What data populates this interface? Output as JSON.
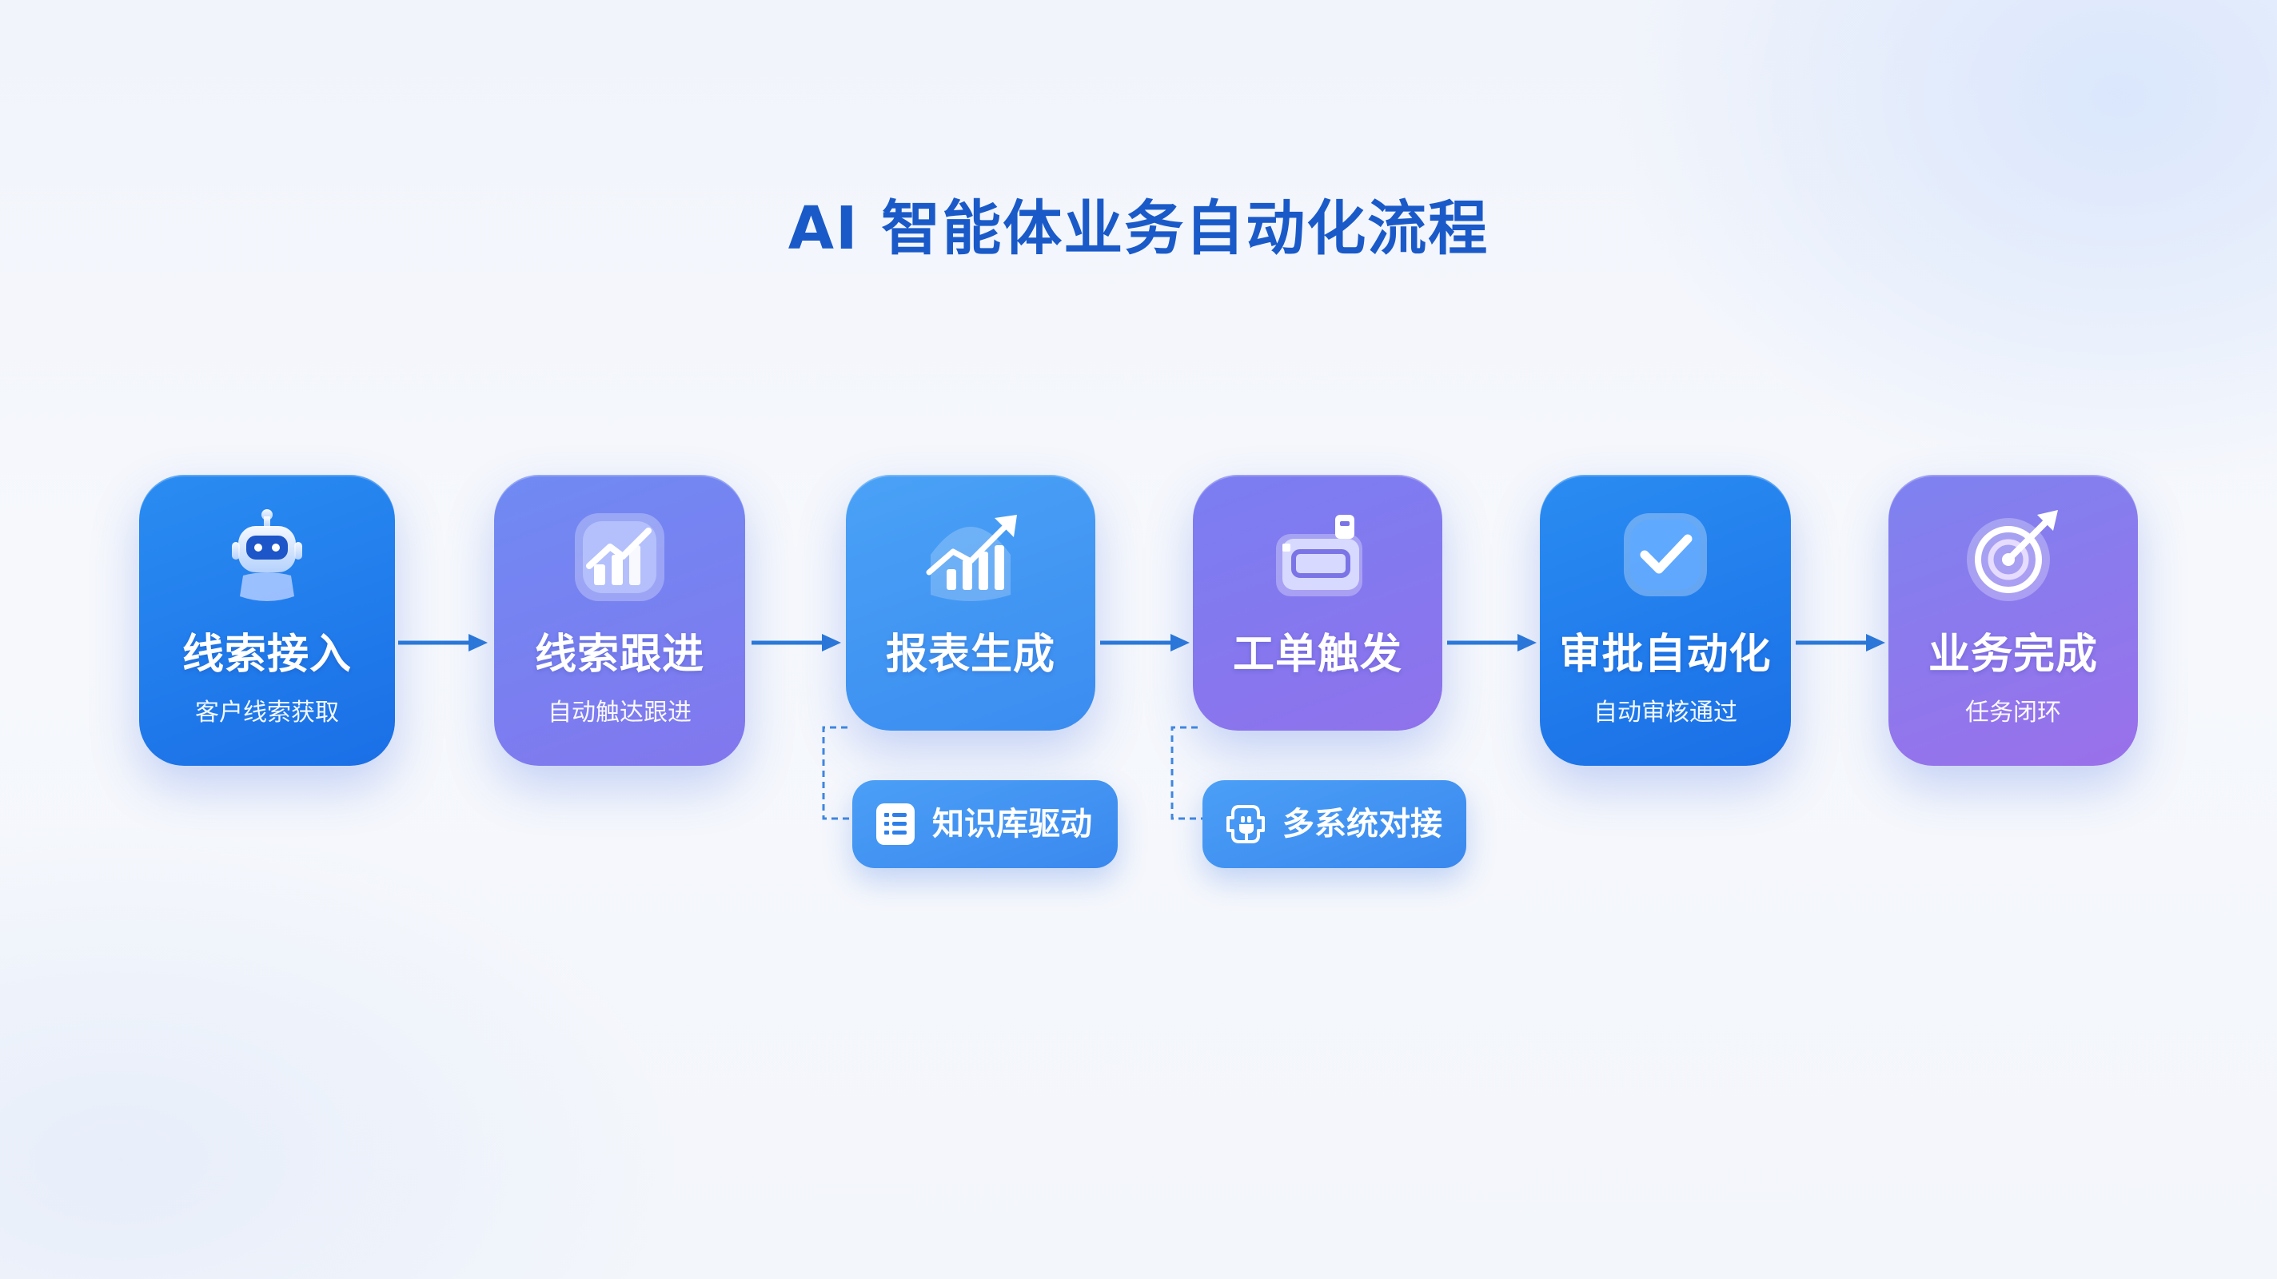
{
  "title": "AI 智能体业务自动化流程",
  "steps": [
    {
      "title": "线索接入",
      "subtitle": "客户线索获取",
      "icon": "robot-icon"
    },
    {
      "title": "线索跟进",
      "subtitle": "自动触达跟进",
      "icon": "growth-chart-icon"
    },
    {
      "title": "报表生成",
      "subtitle": "",
      "icon": "trend-bar-chart-icon"
    },
    {
      "title": "工单触发",
      "subtitle": "",
      "icon": "ticket-card-icon"
    },
    {
      "title": "审批自动化",
      "subtitle": "自动审核通过",
      "icon": "checkmark-icon"
    },
    {
      "title": "业务完成",
      "subtitle": "任务闭环",
      "icon": "target-arrow-icon"
    }
  ],
  "supports": [
    {
      "label": "知识库驱动",
      "icon": "document-list-icon",
      "attached_to": "报表生成"
    },
    {
      "label": "多系统对接",
      "icon": "integration-plug-icon",
      "attached_to": "工单触发"
    }
  ],
  "colors": {
    "title": "#1a5ac8",
    "arrow": "#2a78d8",
    "card_blue": "#1a6fe6",
    "card_purple": "#8f72ec"
  }
}
